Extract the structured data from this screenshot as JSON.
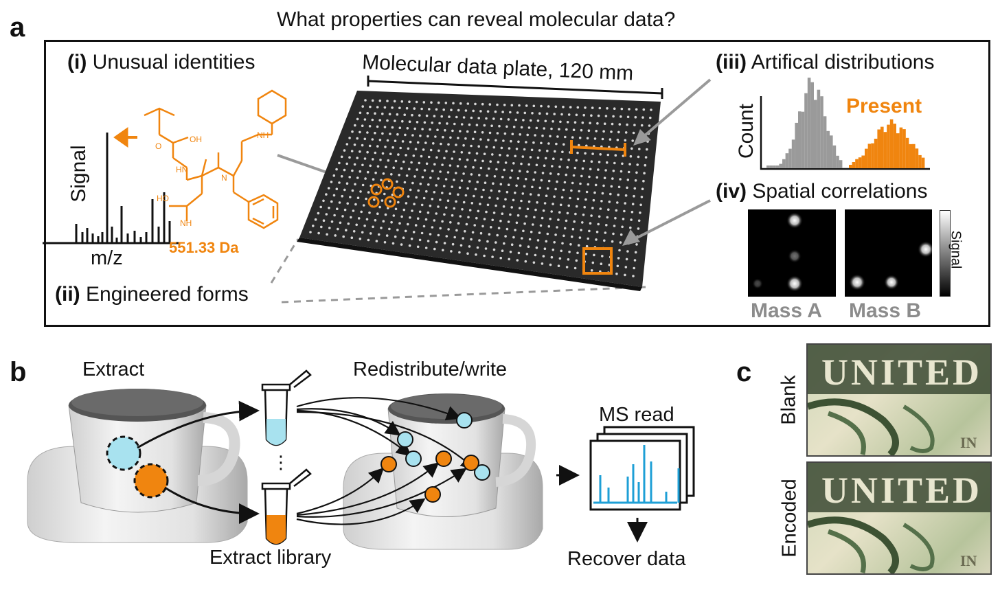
{
  "title": "What properties can reveal molecular data?",
  "panel_a": {
    "label": "a",
    "i_label": "(i)",
    "i_text": "Unusual identities",
    "ii_label": "(ii)",
    "ii_text": "Engineered forms",
    "iii_label": "(iii)",
    "iii_text": "Artifical distributions",
    "iv_label": "(iv)",
    "iv_text": "Spatial correlations",
    "plate_label": "Molecular data plate, 120 mm",
    "spectrum_ylabel": "Signal",
    "spectrum_xlabel": "m/z",
    "mass_value": "551.33 Da",
    "hist_ylabel": "Count",
    "hist_present": "Present",
    "colorbar_label": "Signal",
    "mass_a": "Mass A",
    "mass_b": "Mass B",
    "chem_labels": {
      "oh1": "OH",
      "nh1": "NH",
      "o1": "O",
      "hn1": "HN",
      "nh2": "NH",
      "n1": "N",
      "ho1": "HO"
    }
  },
  "panel_b": {
    "label": "b",
    "extract": "Extract",
    "redistribute": "Redistribute/write",
    "extract_library": "Extract library",
    "ms_read": "MS read",
    "recover": "Recover data",
    "ellipsis": "⋮"
  },
  "panel_c": {
    "label": "c",
    "blank": "Blank",
    "encoded": "Encoded",
    "bill_text": "UNITED",
    "bill_corner": "IN"
  },
  "colors": {
    "orange": "#F0850F",
    "cyan": "#A8E2EF",
    "ms_line": "#1E9FD6",
    "gray": "#8C8C8C",
    "plate": "#2A2A2A"
  }
}
